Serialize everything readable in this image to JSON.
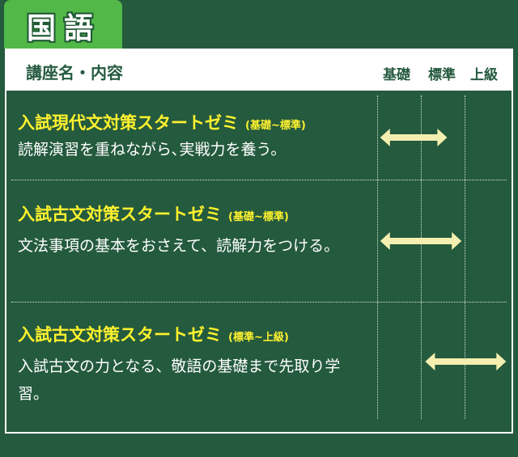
{
  "tab_title": "国語",
  "header": {
    "title": "講座名・内容",
    "levels": [
      "基礎",
      "標準",
      "上級"
    ]
  },
  "arrow_color": "#f4efb0",
  "courses": [
    {
      "name": "入試現代文対策スタートゼミ",
      "level_label": "(基礎~標準)",
      "description": "読解演習を重ねながら､実戦力を養う。",
      "range": [
        0.07,
        1.6
      ]
    },
    {
      "name": "入試古文対策スタートゼミ",
      "level_label": "(基礎~標準)",
      "description": "文法事項の基本をおさえて、読解力をつける。",
      "range": [
        0.07,
        1.93
      ]
    },
    {
      "name": "入試古文対策スタートゼミ",
      "level_label": "(標準~上級)",
      "description": "入試古文の力となる、敬語の基礎まで先取り学習。",
      "range": [
        1.1,
        2.95
      ]
    }
  ]
}
